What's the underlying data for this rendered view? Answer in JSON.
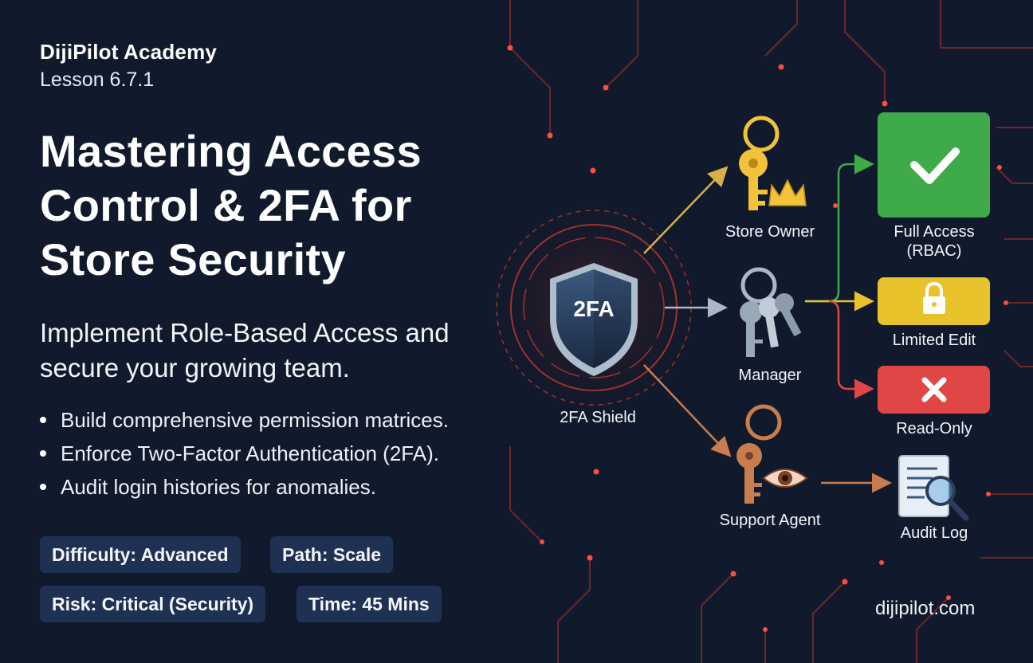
{
  "header": {
    "brand": "DijiPilot Academy",
    "lesson": "Lesson 6.7.1"
  },
  "hero": {
    "title": "Mastering Access Control & 2FA for Store Security",
    "subtitle": "Implement Role-Based Access and secure your growing team."
  },
  "bullets": [
    "Build comprehensive permission matrices.",
    "Enforce Two-Factor Authentication (2FA).",
    "Audit login histories for anomalies."
  ],
  "tags": {
    "difficulty": "Difficulty: Advanced",
    "path": "Path: Scale",
    "risk": "Risk: Critical (Security)",
    "time": "Time: 45 Mins"
  },
  "diagram": {
    "shield_text": "2FA",
    "shield_label": "2FA Shield",
    "roles": {
      "owner": "Store Owner",
      "manager": "Manager",
      "support": "Support Agent"
    },
    "permissions": {
      "full_line1": "Full Access",
      "full_line2": "(RBAC)",
      "limited": "Limited Edit",
      "readonly": "Read-Only"
    },
    "audit": "Audit Log",
    "icons": [
      "shield-icon",
      "gold-key-icon",
      "crown-icon",
      "key-ring-icon",
      "copper-key-icon",
      "eye-icon",
      "checkmark-icon",
      "lock-icon",
      "x-icon",
      "document-magnifier-icon"
    ]
  },
  "colors": {
    "background": "#111a2c",
    "circuit": "#c0392b",
    "tag_bg": "#1f3152",
    "green": "#3faa4a",
    "yellow": "#e8c22a",
    "red": "#e04646",
    "gold_key": "#f2c23a",
    "copper_key": "#c97c4e",
    "silver_key": "#aab8c6"
  },
  "footer": {
    "url": "dijipilot.com"
  }
}
